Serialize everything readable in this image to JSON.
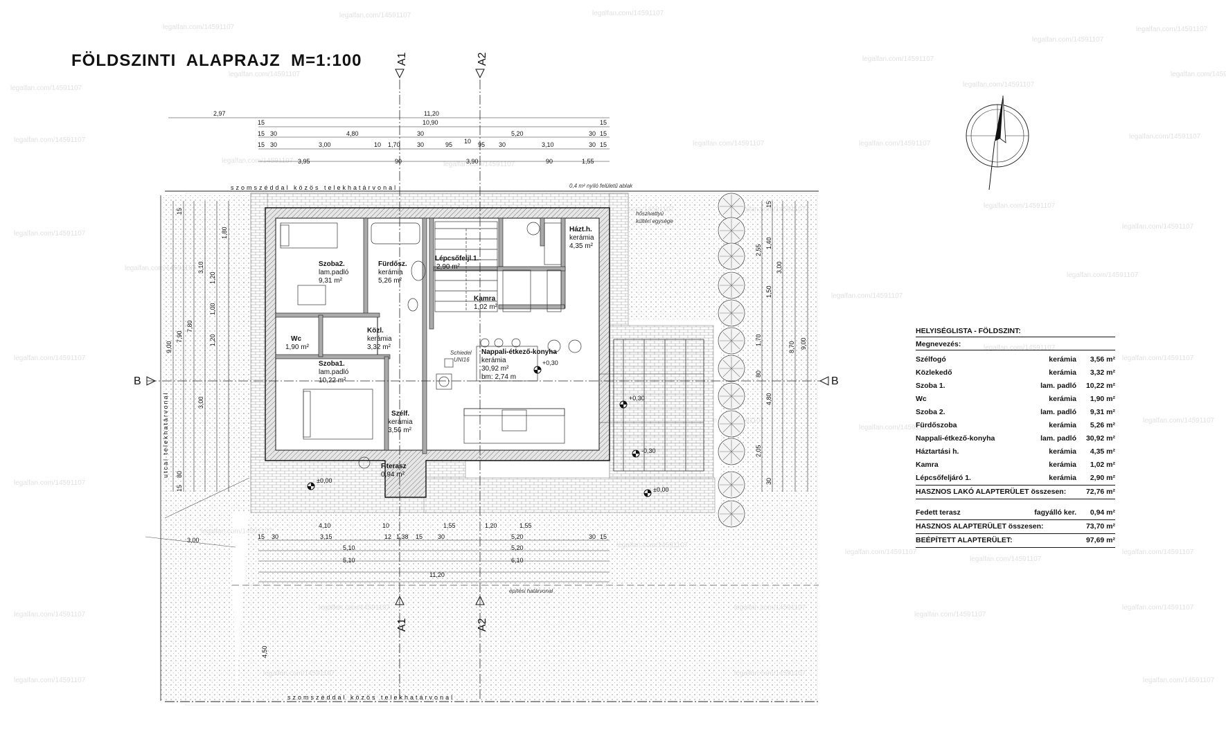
{
  "title": "FÖLDSZINTI  ALAPRAJZ  M=1:100",
  "watermark": "legalfan.com/14591107",
  "axes": {
    "a1": "A1",
    "a2": "A2",
    "b": "B"
  },
  "notes": {
    "neighbor_line_top": "szomszéddal közös telekhatárvonal",
    "neighbor_line_bottom": "szomszéddal közös telekhatárvonal",
    "street_line": "utcai telekhatárvonal",
    "building_line": "építési határvonal",
    "window_note": "0,4 m² nyíló felületű ablak",
    "heat_pump": "hőszivattyú",
    "heat_pump_2": "kültéri egysége",
    "schiedel": "Schiedel",
    "schiedel_2": "UNI16"
  },
  "dims_top": {
    "row1": [
      "2,97",
      "11,20"
    ],
    "row2": [
      "15",
      "10,90",
      "15"
    ],
    "row3": [
      "15",
      "30",
      "4,80",
      "30",
      "5,20",
      "30",
      "15"
    ],
    "row4": [
      "15",
      "30",
      "3,00",
      "10",
      "1,70",
      "30",
      "95",
      "10",
      "95",
      "30",
      "3,10",
      "30",
      "15"
    ],
    "row5": [
      "3,95",
      "90",
      "3,90",
      "90",
      "1,55"
    ]
  },
  "dims_bottom": {
    "row1": [
      "4,10",
      "10",
      "1,55",
      "1,20",
      "1,55"
    ],
    "row2": [
      "15",
      "30",
      "3,15",
      "12",
      "1,38",
      "15",
      "30",
      "5,20",
      "30",
      "15"
    ],
    "row3": [
      "5,10",
      "5,20"
    ],
    "row4": [
      "5,10",
      "6,10"
    ],
    "row5": [
      "11,20"
    ],
    "side": [
      "3,00",
      "4,50"
    ]
  },
  "dims_left": [
    "9,00",
    "7,90",
    "7,80",
    "3,10",
    "1,20",
    "1,00",
    "1,20",
    "1,80",
    "3,00",
    "15",
    "80",
    "15"
  ],
  "dims_right": [
    "2,55",
    "1,40",
    "3,00",
    "1,50",
    "1,70",
    "80",
    "4,80",
    "2,05",
    "8,70",
    "9,00",
    "15",
    "30"
  ],
  "rooms": [
    {
      "name": "Szoba2.",
      "material": "lam.padló",
      "area": "9,31 m²"
    },
    {
      "name": "Fürdősz.",
      "material": "kerámia",
      "area": "5,26 m²"
    },
    {
      "name": "Lépcsőfeljl.1.",
      "material": "",
      "area": "2,90 m²"
    },
    {
      "name": "Házt.h.",
      "material": "kerámia",
      "area": "4,35 m²"
    },
    {
      "name": "Kamra",
      "material": "",
      "area": "1,02 m²"
    },
    {
      "name": "Wc",
      "material": "",
      "area": "1,90 m²"
    },
    {
      "name": "Közl.",
      "material": "kerámia",
      "area": "3,32 m²"
    },
    {
      "name": "Nappali-étkező-konyha",
      "material": "kerámia",
      "area": "30,92 m²",
      "extra": "bm: 2,74 m"
    },
    {
      "name": "Szoba1.",
      "material": "lam.padló",
      "area": "10,22 m²"
    },
    {
      "name": "Szélf.",
      "material": "kerámia",
      "area": "3,56 m²"
    },
    {
      "name": "F.terasz",
      "material": "",
      "area": "0,94 m²"
    }
  ],
  "levels": [
    "±0,00",
    "±0,00",
    "+0,30",
    "+0,30",
    "-0,30"
  ],
  "room_list": {
    "title": "HELYISÉGLISTA - FÖLDSZINT:",
    "header": "Megnevezés:",
    "rows": [
      {
        "name": "Szélfogó",
        "material": "kerámia",
        "area": "3,56 m²"
      },
      {
        "name": "Közlekedő",
        "material": "kerámia",
        "area": "3,32 m²"
      },
      {
        "name": "Szoba 1.",
        "material": "lam. padló",
        "area": "10,22 m²"
      },
      {
        "name": "Wc",
        "material": "kerámia",
        "area": "1,90 m²"
      },
      {
        "name": "Szoba 2.",
        "material": "lam. padló",
        "area": "9,31 m²"
      },
      {
        "name": "Fürdőszoba",
        "material": "kerámia",
        "area": "5,26 m²"
      },
      {
        "name": "Nappali-étkező-konyha",
        "material": "lam. padló",
        "area": "30,92 m²"
      },
      {
        "name": "Háztartási h.",
        "material": "kerámia",
        "area": "4,35 m²"
      },
      {
        "name": "Kamra",
        "material": "kerámia",
        "area": "1,02 m²"
      },
      {
        "name": "Lépcsőfeljáró 1.",
        "material": "kerámia",
        "area": "2,90 m²"
      }
    ],
    "sum1": {
      "name": "HASZNOS LAKÓ ALAPTERÜLET összesen:",
      "area": "72,76 m²"
    },
    "terrace": {
      "name": "Fedett terasz",
      "material": "fagyálló ker.",
      "area": "0,94 m²"
    },
    "sum2": {
      "name": "HASZNOS ALAPTERÜLET összesen:",
      "area": "73,70 m²"
    },
    "sum3": {
      "name": "BEÉPÍTETT ALAPTERÜLET:",
      "area": "97,69 m²"
    }
  }
}
